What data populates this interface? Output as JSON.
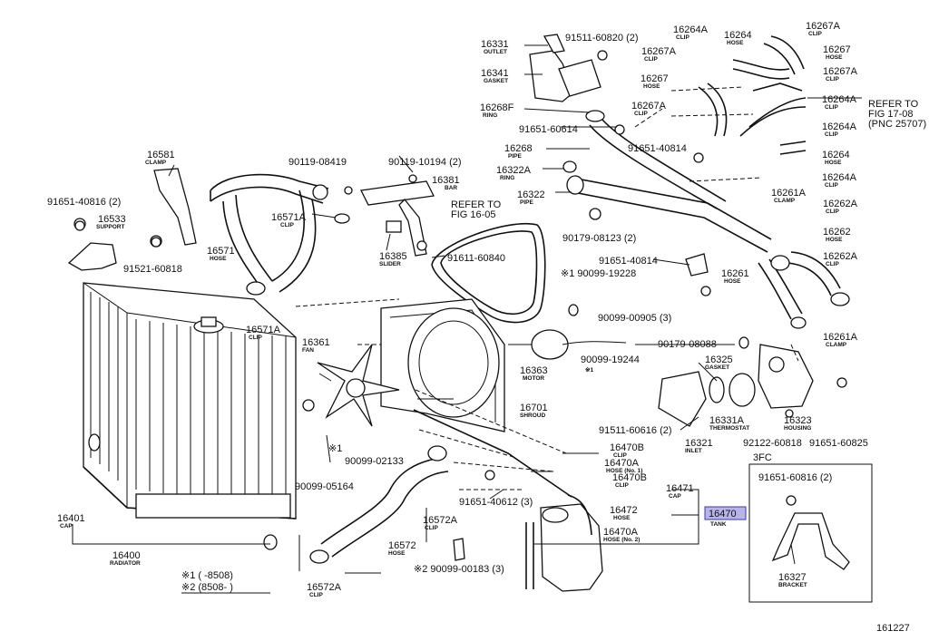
{
  "labels": {
    "p16331": {
      "num": "16331",
      "name": "OUTLET"
    },
    "p16341": {
      "num": "16341",
      "name": "GASKET"
    },
    "p16268f": {
      "num": "16268F",
      "name": "RING"
    },
    "p91511_60820": {
      "num": "91511-60820 (2)"
    },
    "p91651_60614": {
      "num": "91651-60614"
    },
    "p16268": {
      "num": "16268",
      "name": "PIPE"
    },
    "p16322a": {
      "num": "16322A",
      "name": "RING"
    },
    "p16322": {
      "num": "16322",
      "name": "PIPE"
    },
    "p90179_08123": {
      "num": "90179-08123 (2)"
    },
    "p16264a_top": {
      "num": "16264A",
      "name": "CLIP"
    },
    "p16264_top": {
      "num": "16264",
      "name": "HOSE"
    },
    "p16267a_top": {
      "num": "16267A",
      "name": "CLIP"
    },
    "p16267_r": {
      "num": "16267",
      "name": "HOSE"
    },
    "p16267a_r": {
      "num": "16267A",
      "name": "CLIP"
    },
    "p16267a_l": {
      "num": "16267A",
      "name": "CLIP"
    },
    "p16267_l": {
      "num": "16267",
      "name": "HOSE"
    },
    "p16267a_l2": {
      "num": "16267A",
      "name": "CLIP"
    },
    "p16264a_r": {
      "num": "16264A",
      "name": "CLIP"
    },
    "refer_1708": {
      "line1": "REFER TO",
      "line2": "FIG 17-08",
      "line3": "(PNC 25707)"
    },
    "p16264a_r2": {
      "num": "16264A",
      "name": "CLIP"
    },
    "p16264_r": {
      "num": "16264",
      "name": "HOSE"
    },
    "p16264a_r3": {
      "num": "16264A",
      "name": "CLIP"
    },
    "p91651_40814_a": {
      "num": "91651-40814"
    },
    "p16261a": {
      "num": "16261A",
      "name": "CLAMP"
    },
    "p16262a": {
      "num": "16262A",
      "name": "CLIP"
    },
    "p16262": {
      "num": "16262",
      "name": "HOSE"
    },
    "p16262a_2": {
      "num": "16262A",
      "name": "CLIP"
    },
    "p91651_40814_b": {
      "num": "91651-40814"
    },
    "p16261": {
      "num": "16261",
      "name": "HOSE"
    },
    "p16261a_2": {
      "num": "16261A",
      "name": "CLAMP"
    },
    "p16581": {
      "num": "16581",
      "name": "CLAMP"
    },
    "p91651_40816": {
      "num": "91651-40816 (2)"
    },
    "p16533": {
      "num": "16533",
      "name": "SUPPORT"
    },
    "p91521_60818": {
      "num": "91521-60818"
    },
    "p90119_08419": {
      "num": "90119-08419"
    },
    "p90119_10194": {
      "num": "90119-10194 (2)"
    },
    "p16381": {
      "num": "16381",
      "name": "BAR"
    },
    "p16571a": {
      "num": "16571A",
      "name": "CLIP"
    },
    "p16571": {
      "num": "16571",
      "name": "HOSE"
    },
    "p16385": {
      "num": "16385",
      "name": "SLIDER"
    },
    "refer_1605": {
      "line1": "REFER TO",
      "line2": "FIG 16-05"
    },
    "p91611_60840": {
      "num": "91611-60840"
    },
    "p90099_19228": {
      "num": "※1 90099-19228"
    },
    "p90099_00905": {
      "num": "90099-00905 (3)"
    },
    "p16571a_2": {
      "num": "16571A",
      "name": "CLIP"
    },
    "p16361": {
      "num": "16361",
      "name": "FAN"
    },
    "p16363": {
      "num": "16363",
      "name": "MOTOR"
    },
    "p90099_19244": {
      "num": "90099-19244",
      "name": "※1"
    },
    "p16701": {
      "num": "16701",
      "name": "SHROUD"
    },
    "p90179_08088": {
      "num": "90179-08088"
    },
    "p16325": {
      "num": "16325",
      "name": "GASKET"
    },
    "p16331a": {
      "num": "16331A",
      "name": "THERMOSTAT"
    },
    "p16323": {
      "num": "16323",
      "name": "HOUSING"
    },
    "p91511_60616": {
      "num": "91511-60616 (2)"
    },
    "p16321": {
      "num": "16321",
      "name": "INLET"
    },
    "p92122_60818": {
      "num": "92122-60818"
    },
    "p91651_60825": {
      "num": "91651-60825"
    },
    "p90099_02133": {
      "num": "90099-02133",
      "mark": "※1"
    },
    "p90099_05164": {
      "num": "90099-05164"
    },
    "p16470b": {
      "num": "16470B",
      "name": "CLIP"
    },
    "p16470a": {
      "num": "16470A",
      "name": "HOSE (No. 1)"
    },
    "p16470b_2": {
      "num": "16470B",
      "name": "CLIP"
    },
    "p16471": {
      "num": "16471",
      "name": "CAP"
    },
    "p91651_40612": {
      "num": "91651-40612 (3)"
    },
    "p16472": {
      "num": "16472",
      "name": "HOSE"
    },
    "p16470": {
      "num": "16470",
      "name": "TANK"
    },
    "p16470a_2": {
      "num": "16470A",
      "name": "HOSE (No. 2)"
    },
    "p16401": {
      "num": "16401",
      "name": "CAP"
    },
    "p16400": {
      "num": "16400",
      "name": "RADIATOR"
    },
    "p16572a": {
      "num": "16572A",
      "name": "CLIP"
    },
    "p16572": {
      "num": "16572",
      "name": "HOSE"
    },
    "p16572a_2": {
      "num": "16572A",
      "name": "CLIP"
    },
    "p90099_00183": {
      "num": "※2 90099-00183 (3)"
    },
    "p3fc": {
      "num": "3FC"
    },
    "p91651_60816_box": {
      "num": "91651-60816 (2)"
    },
    "p16327": {
      "num": "16327",
      "name": "BRACKET"
    }
  },
  "legend": {
    "note1": "※1 (     -8508)",
    "note2": "※2 (8508-     )"
  },
  "figure_number": "161227",
  "colors": {
    "highlight": "#b7b4ea",
    "ink": "#111111"
  }
}
